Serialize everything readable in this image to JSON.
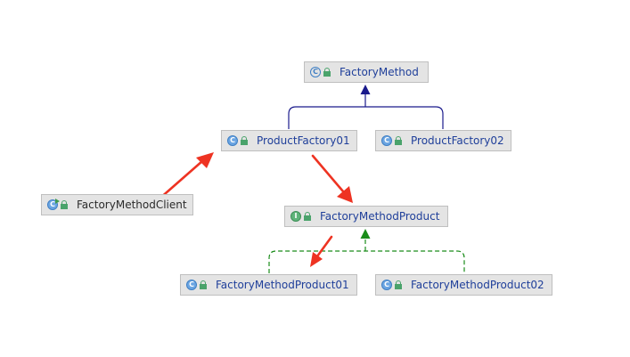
{
  "diagram": {
    "nodes": {
      "factory_method": {
        "label": "FactoryMethod",
        "kind": "abstract-class",
        "kind_letter": "C"
      },
      "product_factory_01": {
        "label": "ProductFactory01",
        "kind": "class",
        "kind_letter": "C"
      },
      "product_factory_02": {
        "label": "ProductFactory02",
        "kind": "class",
        "kind_letter": "C"
      },
      "factory_method_client": {
        "label": "FactoryMethodClient",
        "kind": "runnable-class",
        "kind_letter": "C"
      },
      "factory_method_product": {
        "label": "FactoryMethodProduct",
        "kind": "interface",
        "kind_letter": "I"
      },
      "factory_method_product_01": {
        "label": "FactoryMethodProduct01",
        "kind": "class",
        "kind_letter": "C"
      },
      "factory_method_product_02": {
        "label": "FactoryMethodProduct02",
        "kind": "class",
        "kind_letter": "C"
      }
    },
    "edges": [
      {
        "from": "product_factory_01",
        "to": "factory_method",
        "relation": "extends"
      },
      {
        "from": "product_factory_02",
        "to": "factory_method",
        "relation": "extends"
      },
      {
        "from": "factory_method_product_01",
        "to": "factory_method_product",
        "relation": "implements"
      },
      {
        "from": "factory_method_product_02",
        "to": "factory_method_product",
        "relation": "implements"
      }
    ],
    "annotations": [
      {
        "type": "red-arrow",
        "from": "factory_method_client",
        "to": "product_factory_01"
      },
      {
        "type": "red-arrow",
        "from": "product_factory_01",
        "to": "factory_method_product"
      },
      {
        "type": "red-arrow",
        "from": "factory_method_product",
        "to": "factory_method_product_01"
      }
    ],
    "colors": {
      "node_fill": "#e4e4e4",
      "node_border": "#bfbfbf",
      "label_text": "#1f3f9a",
      "extends_line": "#1a1a8c",
      "implements_line": "#1a8c1a",
      "annotation_arrow": "#ee3322",
      "class_icon": "#6ba5e2",
      "interface_icon": "#5fb47a"
    }
  }
}
